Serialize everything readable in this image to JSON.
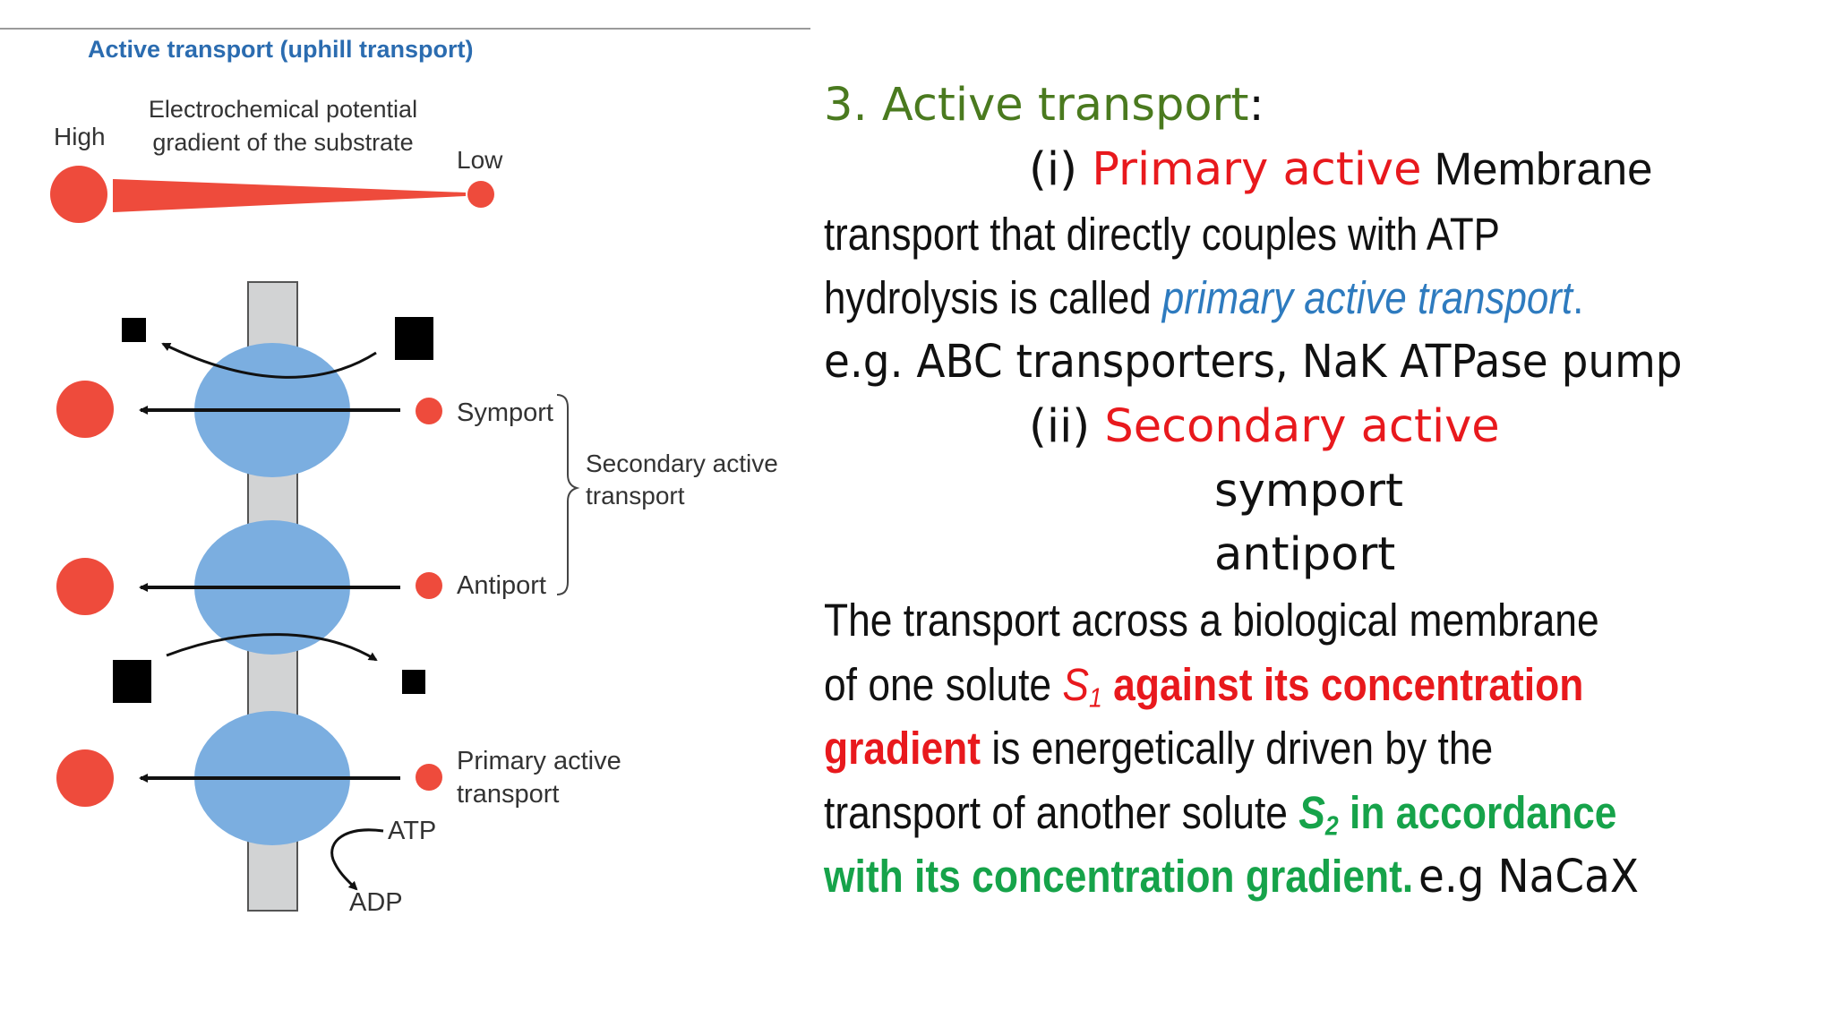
{
  "colors": {
    "red_dot": "#ee4b3c",
    "membrane": "#d2d3d4",
    "protein": "#7baee0",
    "title_blue": "#2b6cb0",
    "heading_green": "#4a7a1f",
    "text_red": "#e8191d",
    "text_blue": "#2e7bbf",
    "text_green": "#16a34a"
  },
  "diagram": {
    "title": "Active transport (uphill transport)",
    "label_high": "High",
    "label_low": "Low",
    "gradient_label_1": "Electrochemical potential",
    "gradient_label_2": "gradient of the substrate",
    "label_symport": "Symport",
    "label_antiport": "Antiport",
    "label_secondary_1": "Secondary active",
    "label_secondary_2": "transport",
    "label_primary_1": "Primary active",
    "label_primary_2": "transport",
    "label_atp": "ATP",
    "label_adp": "ADP"
  },
  "text": {
    "heading_number_title": "3. Active transport",
    "heading_colon": ":",
    "i_prefix": "(i) ",
    "i_term": "Primary active",
    "i_rest": " Membrane",
    "line3": "transport that directly couples with ATP",
    "line4_pre": "hydrolysis is called ",
    "line4_term": "primary active transport",
    "line4_end": ".",
    "line5": "e.g. ABC transporters, NaK ATPase pump",
    "ii_prefix": "(ii) ",
    "ii_term": "Secondary active",
    "symport": "symport",
    "antiport": "antiport",
    "p1": "The transport across a biological membrane",
    "p2_pre": "of one solute ",
    "s1_letter": "S",
    "s1_sub": "1",
    "p2_bold": " against its concentration",
    "p3_bold": "gradient",
    "p3_rest": " is energetically driven by the",
    "p4_pre": "transport of another solute ",
    "s2_letter": "S",
    "s2_sub": "2",
    "p4_bold": " in accordance",
    "p5_bold": "with its concentration gradient.",
    "p5_rest": "e.g NaCaX"
  }
}
